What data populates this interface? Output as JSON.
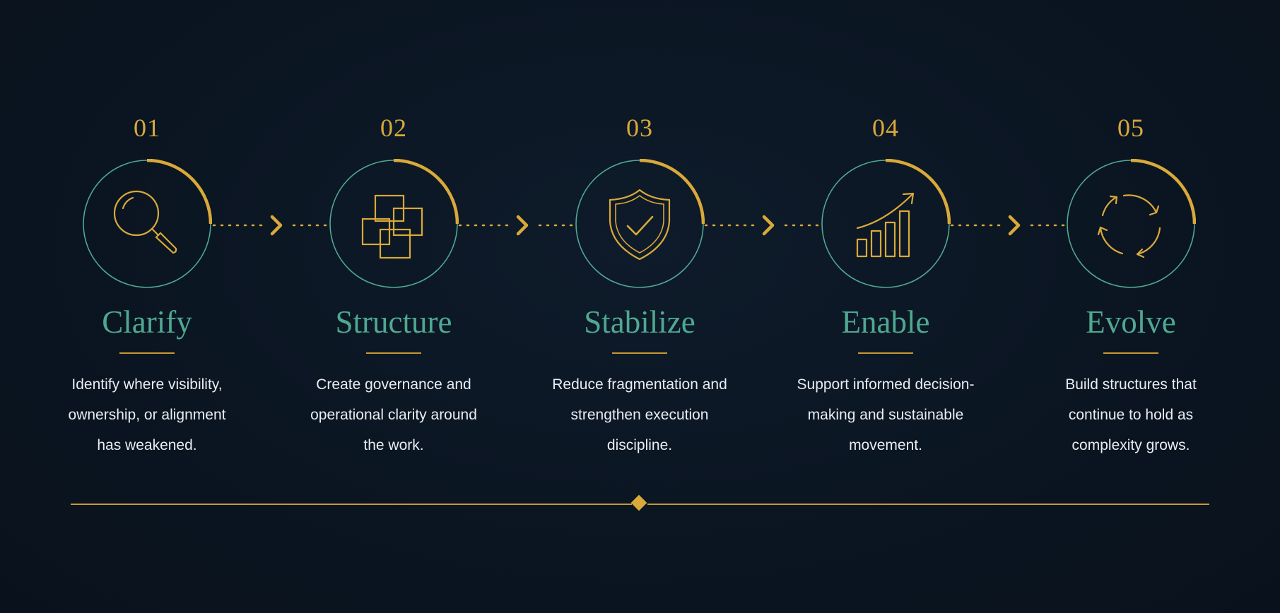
{
  "colors": {
    "background": "#0b1623",
    "gold": "#d9a93a",
    "teal": "#4fa890",
    "text": "#e9edf1"
  },
  "steps": [
    {
      "number": "01",
      "title": "Clarify",
      "icon": "magnifier-icon",
      "desc": [
        "Identify where visibility,",
        "ownership, or alignment",
        "has weakened."
      ]
    },
    {
      "number": "02",
      "title": "Structure",
      "icon": "overlapping-squares-icon",
      "desc": [
        "Create governance and",
        "operational clarity around",
        "the work."
      ]
    },
    {
      "number": "03",
      "title": "Stabilize",
      "icon": "shield-check-icon",
      "desc": [
        "Reduce fragmentation and",
        "strengthen execution",
        "discipline."
      ]
    },
    {
      "number": "04",
      "title": "Enable",
      "icon": "growth-chart-icon",
      "desc": [
        "Support informed decision-",
        "making and sustainable",
        "movement."
      ]
    },
    {
      "number": "05",
      "title": "Evolve",
      "icon": "cycle-arrows-icon",
      "desc": [
        "Build structures that",
        "continue to hold as",
        "complexity grows."
      ]
    }
  ]
}
